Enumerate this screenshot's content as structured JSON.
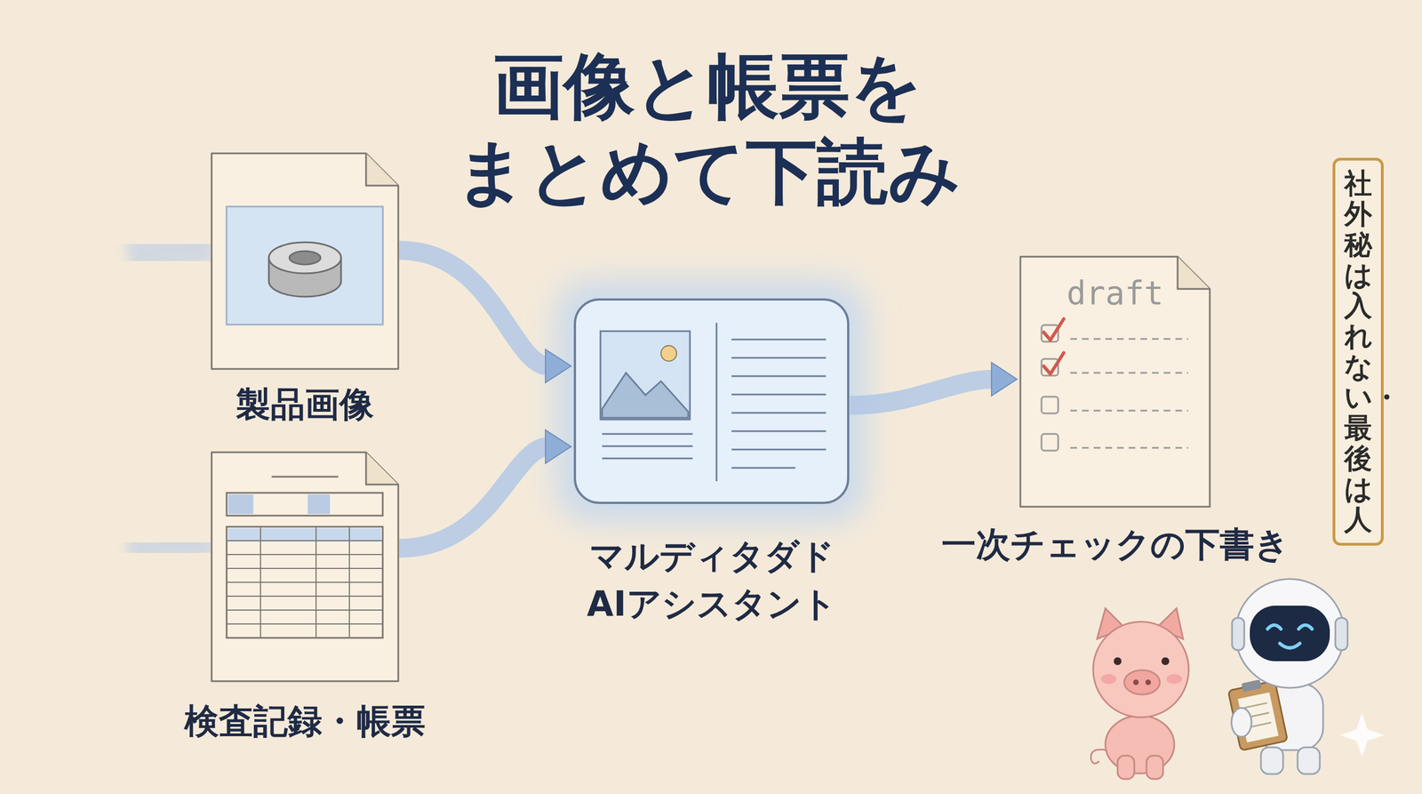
{
  "diagram": {
    "title": "画像と帳票を まとめて下読み",
    "nodes": [
      {
        "text": [
          "製品画像"
        ]
      },
      {
        "text": [
          "検査記録・帳票"
        ]
      },
      {
        "text": [
          "マルディタダド AIアシスタント"
        ]
      },
      {
        "text": [
          "draft",
          "一次チェックの下書き"
        ]
      },
      {
        "text": [
          "社外秘は入れない・最後は人"
        ]
      }
    ],
    "edges": [
      {
        "from": 0,
        "to": 2,
        "arrow": "to"
      },
      {
        "from": 1,
        "to": 2,
        "arrow": "to"
      },
      {
        "from": 2,
        "to": 3,
        "arrow": "to"
      }
    ]
  }
}
